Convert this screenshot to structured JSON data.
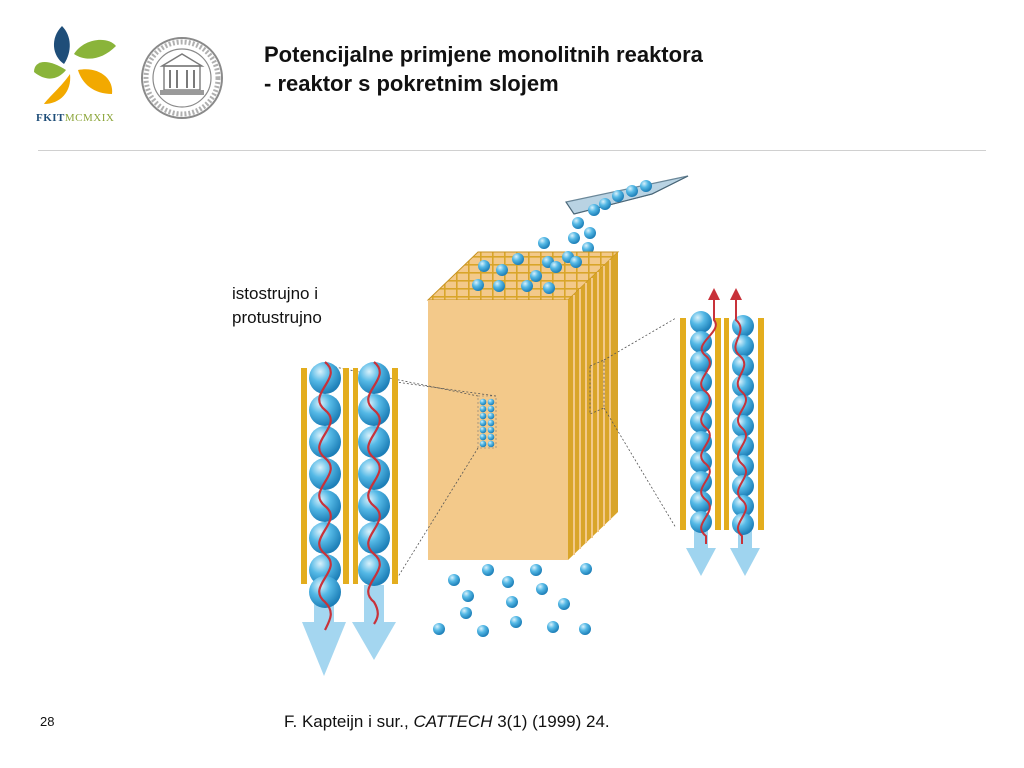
{
  "header": {
    "title_line1": "Potencijalne primjene monolitnih reaktora",
    "title_line2": "- reaktor s pokretnim slojem"
  },
  "logos": {
    "fkit_part1": "FKIT",
    "fkit_part2": "MCMXIX",
    "seal_icon": "university-seal-icon",
    "fkit_icon": "fkit-flower-logo-icon"
  },
  "diagram": {
    "label_line1": "istostrujno i",
    "label_line2": "protustrujno"
  },
  "footer": {
    "page_number": "28",
    "citation_authors": "F. Kapteijn i sur., ",
    "citation_journal": "CATTECH",
    "citation_rest": " 3(1) (1999) 24."
  },
  "colors": {
    "block_front": "#f3c98a",
    "block_side": "#d9a52a",
    "bead": "#3aa7d9",
    "flow_arrow": "#9fd4ef",
    "wave": "#c8323a"
  }
}
